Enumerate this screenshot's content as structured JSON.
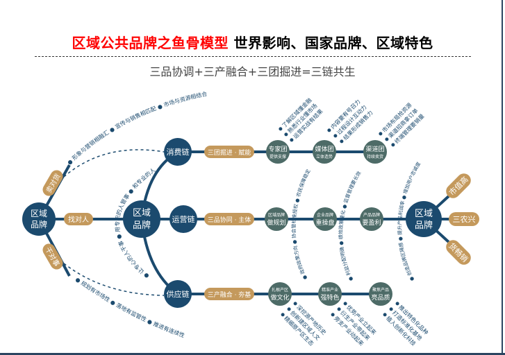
{
  "header": {
    "title_red": "区域公共品牌之鱼骨模型",
    "title_black": "世界影响、国家品牌、区域特色",
    "subtitle": "三品协调+三产融合+三团掘进=三链共生"
  },
  "colors": {
    "navy": "#1b4a6e",
    "gold": "#c4995c",
    "slate": "#4d6b67",
    "red": "#ff0000"
  },
  "left": {
    "hub": [
      "区域",
      "品牌"
    ],
    "sell_right": "卖对货",
    "find_people": "找对人",
    "do_right": "干对事",
    "top_arc": "● 形象与营销相融汇  ● 宣传与销售相匹配  ● 市场与资源相结合",
    "mid_arc": "● 让专心的人干事  ● 用专职的人管事  ● 和专业的人定事",
    "bottom_arc": "● 规划有市场性   ● 落地有监管性   ● 推进有连续性"
  },
  "center": {
    "hub": [
      "区域",
      "品牌"
    ],
    "chains": [
      {
        "name": "消费链",
        "tag": "三团掘进 · 赋能"
      },
      {
        "name": "运营链",
        "tag": "三品协同 · 主体"
      },
      {
        "name": "供应链",
        "tag": "三产融合 · 夯基"
      }
    ]
  },
  "rows": {
    "consumption": [
      {
        "top": "专家团",
        "sub": "提供支撑",
        "bullets": [
          "了解区域懂金融",
          "熟悉行业懂市场",
          "运营实战有结果"
        ]
      },
      {
        "top": "媒体团",
        "sub": "立体造势",
        "bullets": [
          "内容要有号召力",
          "过程设计互动力",
          "结果形成销售力"
        ]
      },
      {
        "top": "渠道团",
        "sub": "持续卖货",
        "bullets": [
          "市场布局抢资源",
          "渠道招商拿订单",
          "终端管理要销量"
        ]
      }
    ],
    "operation": [
      {
        "sub": "区域品牌",
        "top": "做规划"
      },
      {
        "sub": "企业品牌",
        "top": "重操盘"
      },
      {
        "sub": "产品品牌",
        "top": "要盈利"
      }
    ],
    "operation_arcs": [
      "● 政府政策方向  ● 协会管标准授权  ● 农民保障稳定",
      "● 利益分配明确  ● 绩效政策量化  ● 监督管理要长效",
      "● 创造品牌区隔感  ● 提升产品利润率  ● 增加用户忠诚度"
    ],
    "supply": [
      {
        "sub": "扎根产区",
        "top": "做文化",
        "bullets": [
          "深挖源产地历史",
          "创新建区域人文",
          "精细原产区生态"
        ]
      },
      {
        "sub": "精准产业",
        "top": "强特色",
        "bullets": [
          "优势产业立起来",
          "衍生产业带起来",
          "旁支产业动起来"
        ]
      },
      {
        "sub": "聚焦产品",
        "top": "亮品质",
        "bullets": [
          "推出特色化品种",
          "打造标准化基地",
          "植入创新化科技"
        ]
      }
    ]
  },
  "right": {
    "hub": [
      "区域",
      "品牌"
    ],
    "outcomes": [
      "市值高",
      "三农兴",
      "货畅销"
    ]
  }
}
